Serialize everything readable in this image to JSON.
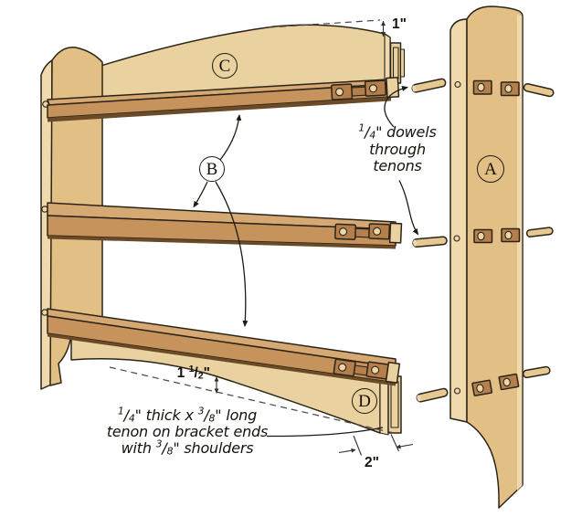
{
  "diagram": {
    "title": "wall shelf exploded-view construction diagram",
    "part_labels": {
      "a": "A",
      "b": "B",
      "c": "C",
      "d": "D"
    },
    "dimensions": {
      "top_offset": "1\"",
      "arch_rise": "1 1/2\"",
      "bracket_width": "2\""
    },
    "notes": {
      "dowels": {
        "line1": "1/4\" dowels",
        "line2": "through",
        "line3": "tenons"
      },
      "tenon": {
        "line1": "1/4\" thick x 3/8\" long",
        "line2": "tenon on bracket ends",
        "line3": "with 3/8\" shoulders"
      }
    },
    "colors": {
      "wood_light": "#ead1a0",
      "wood_panel": "#e2bf85",
      "wood_edge": "#efd9ad",
      "shelf_top": "#d6a873",
      "shelf_front": "#c6935c",
      "tenon_block": "#b57f4d",
      "dowel": "#e6c892",
      "outline": "#2b2416"
    }
  }
}
